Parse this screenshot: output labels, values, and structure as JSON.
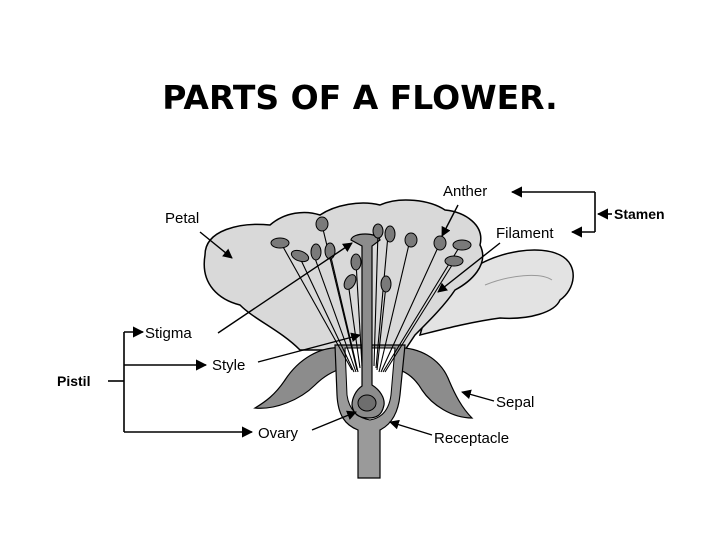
{
  "title": "PARTS OF A FLOWER.",
  "labels": {
    "petal": "Petal",
    "anther": "Anther",
    "filament": "Filament",
    "stamen": "Stamen",
    "stigma": "Stigma",
    "style": "Style",
    "pistil": "Pistil",
    "ovary": "Ovary",
    "sepal": "Sepal",
    "receptacle": "Receptacle"
  },
  "colors": {
    "petal_fill": "#d9d9d9",
    "sepal_fill": "#8c8c8c",
    "anther_fill": "#7a7a7a",
    "line": "#000000"
  }
}
